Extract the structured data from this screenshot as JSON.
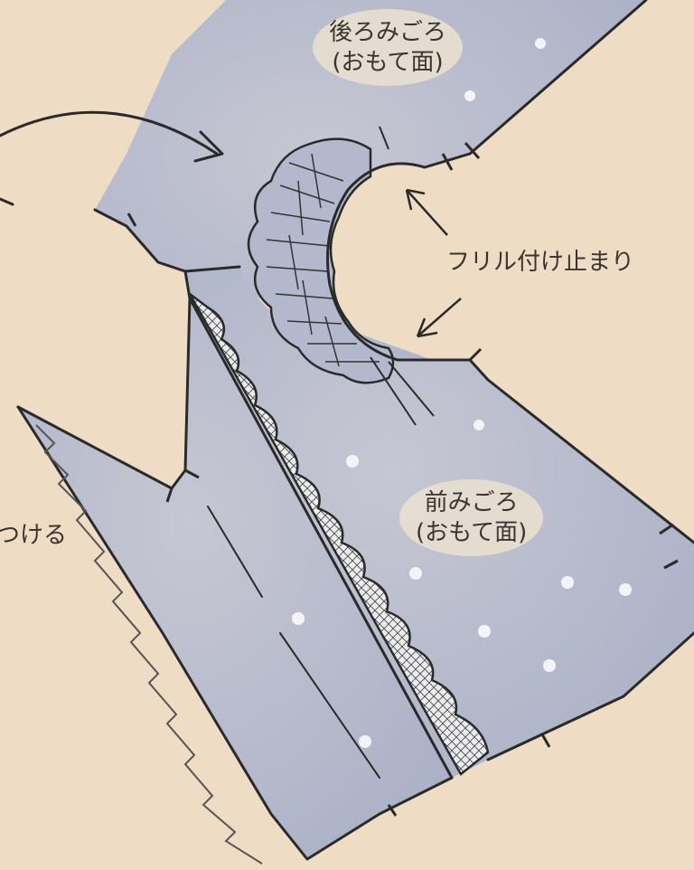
{
  "labels": {
    "back_bodice_line1": "後ろみごろ",
    "back_bodice_line2": "(おもて面)",
    "front_bodice_line1": "前みごろ",
    "front_bodice_line2": "(おもて面)",
    "frill_stop": "フリル付け止まり",
    "left_cut_text": "つける"
  },
  "colors": {
    "background": "#efdcc5",
    "fabric": "#aeb3c9",
    "fabric_light": "#c6c7d3",
    "line": "#2a2a2a",
    "dot": "#f4f4f8",
    "lace": "#e9e7e9",
    "bubble": "#e8ded0"
  }
}
